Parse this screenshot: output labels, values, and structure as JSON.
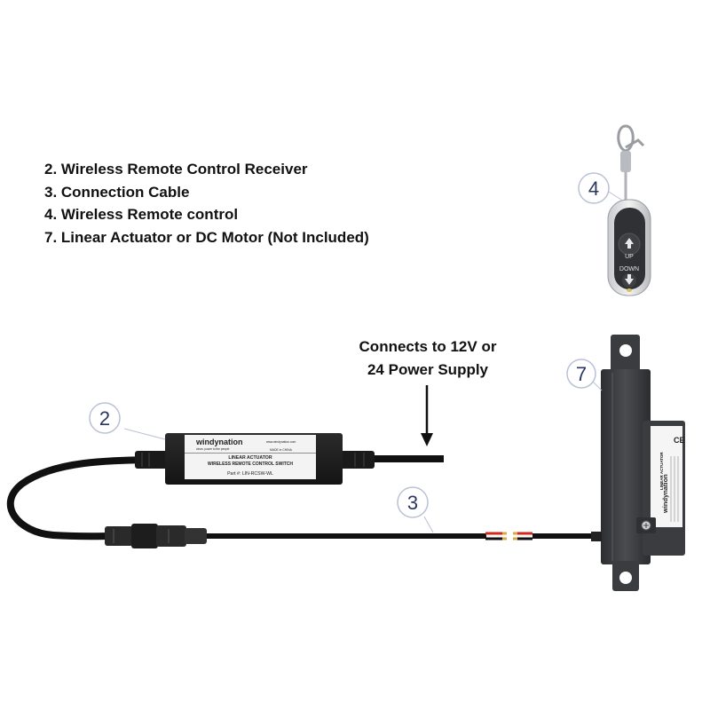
{
  "legend": {
    "items": [
      "2. Wireless Remote Control Receiver",
      "3. Connection Cable",
      "4. Wireless Remote control",
      "7. Linear Actuator or DC Motor (Not Included)"
    ]
  },
  "power_note": {
    "line1": "Connects to 12V or",
    "line2": "24 Power Supply"
  },
  "callouts": {
    "receiver": "2",
    "cable": "3",
    "remote": "4",
    "actuator": "7"
  },
  "receiver_label": {
    "brand": "windynation",
    "tagline": "clean. power to the people",
    "website": "www.windynation.com",
    "origin": "MADE in CHINA",
    "title1": "LINEAR ACTUATOR",
    "title2": "WIRELESS REMOTE CONTROL SWITCH",
    "part": "Part #: LIN-RCSW-WL"
  },
  "remote_buttons": {
    "up": "UP",
    "down": "DOWN"
  },
  "actuator_label": {
    "brand": "windynation",
    "title": "LINEAR ACTUATOR",
    "ce": "CE"
  },
  "colors": {
    "text": "#111111",
    "callout_text": "#2a3760",
    "callout_ring": "#b9c2d4",
    "cable": "#111111",
    "actuator_body": "#3b3d40",
    "receiver_body": "#1e1e1e",
    "wire_red": "#d2281e",
    "wire_gold": "#d9a64a"
  }
}
